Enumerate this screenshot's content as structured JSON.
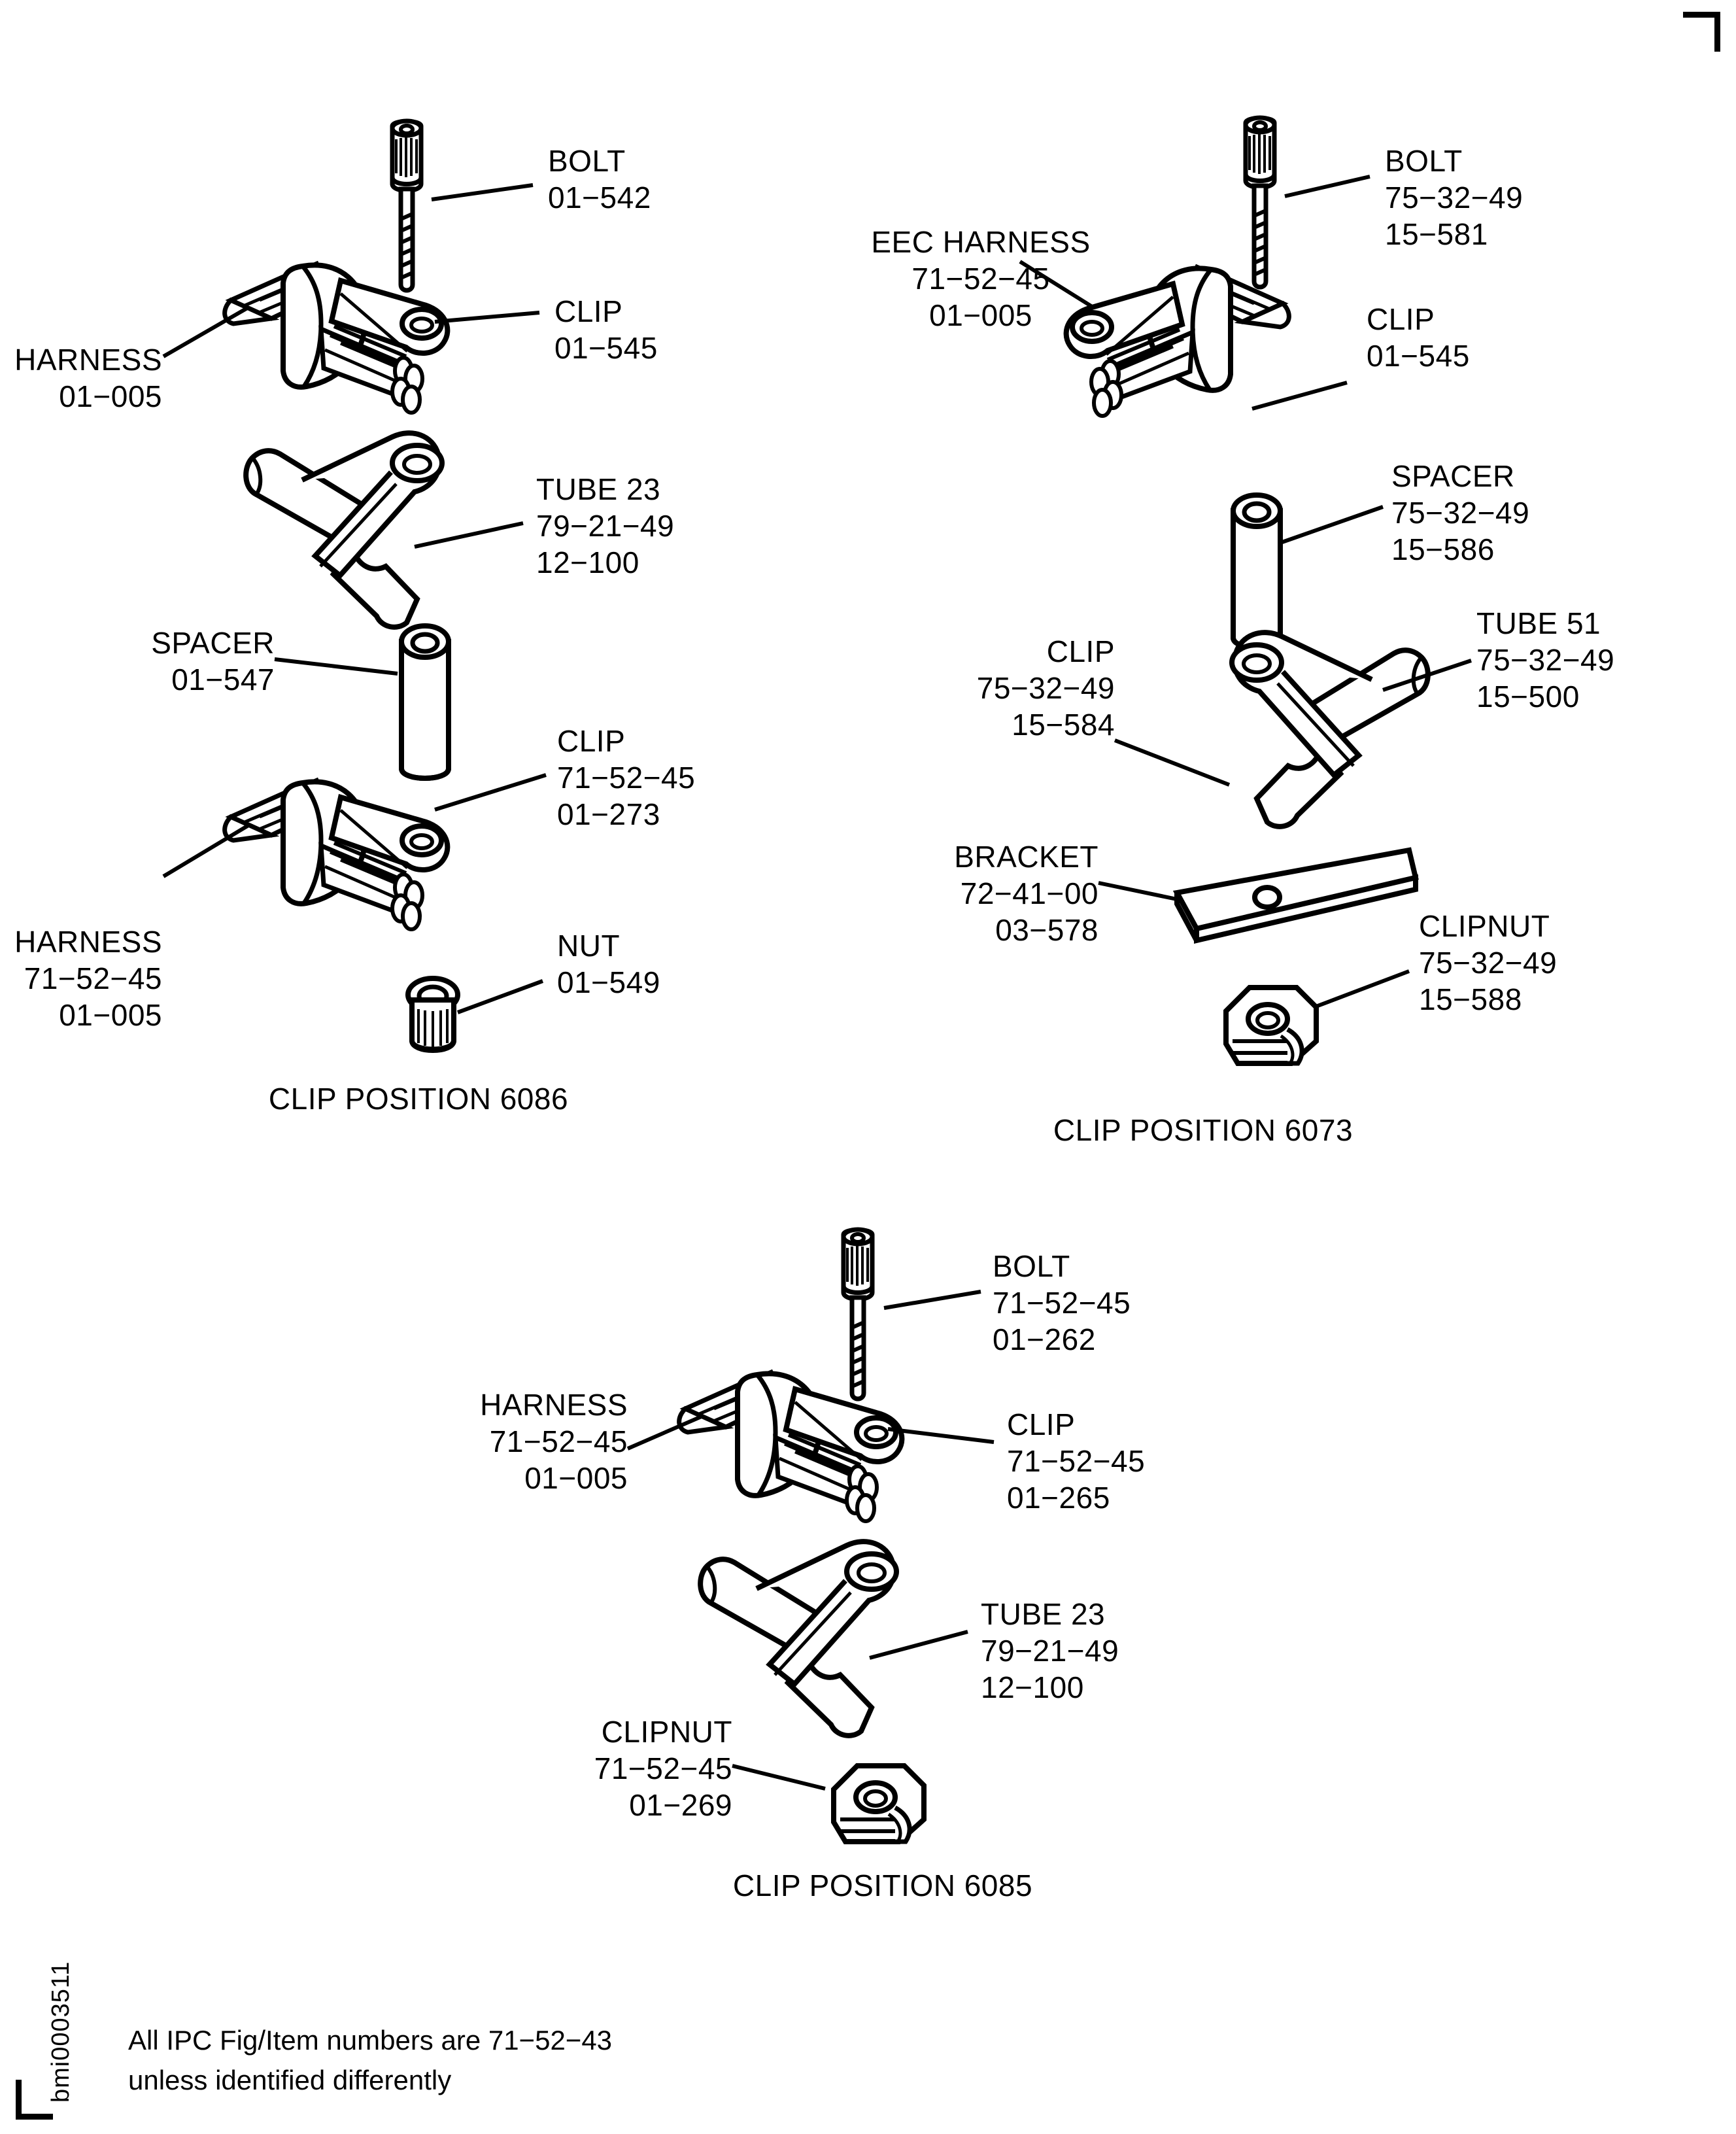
{
  "figure": {
    "sheet_id": "bmi0003511",
    "note_line1": "All IPC Fig/Item numbers are 71−52−43",
    "note_line2": "unless identified differently"
  },
  "groups": [
    {
      "id": "clip-position-6086",
      "caption": "CLIP POSITION 6086",
      "labels": [
        {
          "name": "bolt",
          "lines": [
            "BOLT",
            "01−542"
          ]
        },
        {
          "name": "clip",
          "lines": [
            "CLIP",
            "01−545"
          ]
        },
        {
          "name": "harness",
          "lines": [
            "HARNESS",
            "01−005"
          ]
        },
        {
          "name": "tube-23",
          "lines": [
            "TUBE 23",
            "79−21−49",
            "12−100"
          ]
        },
        {
          "name": "spacer",
          "lines": [
            "SPACER",
            "01−547"
          ]
        },
        {
          "name": "clip-2",
          "lines": [
            "CLIP",
            "71−52−45",
            "01−273"
          ]
        },
        {
          "name": "harness-2",
          "lines": [
            "HARNESS",
            "71−52−45",
            "01−005"
          ]
        },
        {
          "name": "nut",
          "lines": [
            "NUT",
            "01−549"
          ]
        }
      ]
    },
    {
      "id": "clip-position-6073",
      "caption": "CLIP POSITION 6073",
      "labels": [
        {
          "name": "bolt",
          "lines": [
            "BOLT",
            "75−32−49",
            "15−581"
          ]
        },
        {
          "name": "eec-harness",
          "lines": [
            "EEC HARNESS",
            "71−52−45",
            "01−005"
          ]
        },
        {
          "name": "clip",
          "lines": [
            "CLIP",
            "01−545"
          ]
        },
        {
          "name": "spacer",
          "lines": [
            "SPACER",
            "75−32−49",
            "15−586"
          ]
        },
        {
          "name": "clip-2",
          "lines": [
            "CLIP",
            "75−32−49",
            "15−584"
          ]
        },
        {
          "name": "tube-51",
          "lines": [
            "TUBE 51",
            "75−32−49",
            "15−500"
          ]
        },
        {
          "name": "bracket",
          "lines": [
            "BRACKET",
            "72−41−00",
            "03−578"
          ]
        },
        {
          "name": "clipnut",
          "lines": [
            "CLIPNUT",
            "75−32−49",
            "15−588"
          ]
        }
      ]
    },
    {
      "id": "clip-position-6085",
      "caption": "CLIP POSITION 6085",
      "labels": [
        {
          "name": "bolt",
          "lines": [
            "BOLT",
            "71−52−45",
            "01−262"
          ]
        },
        {
          "name": "harness",
          "lines": [
            "HARNESS",
            "71−52−45",
            "01−005"
          ]
        },
        {
          "name": "clip",
          "lines": [
            "CLIP",
            "71−52−45",
            "01−265"
          ]
        },
        {
          "name": "tube-23",
          "lines": [
            "TUBE 23",
            "79−21−49",
            "12−100"
          ]
        },
        {
          "name": "clipnut",
          "lines": [
            "CLIPNUT",
            "71−52−45",
            "01−269"
          ]
        }
      ]
    }
  ],
  "text": {
    "g1_bolt_1": "BOLT",
    "g1_bolt_2": "01−542",
    "g1_clip_1": "CLIP",
    "g1_clip_2": "01−545",
    "g1_harness_1": "HARNESS",
    "g1_harness_2": "01−005",
    "g1_tube_1": "TUBE 23",
    "g1_tube_2": "79−21−49",
    "g1_tube_3": "12−100",
    "g1_spacer_1": "SPACER",
    "g1_spacer_2": "01−547",
    "g1_clip2_1": "CLIP",
    "g1_clip2_2": "71−52−45",
    "g1_clip2_3": "01−273",
    "g1_harness2_1": "HARNESS",
    "g1_harness2_2": "71−52−45",
    "g1_harness2_3": "01−005",
    "g1_nut_1": "NUT",
    "g1_nut_2": "01−549",
    "g1_caption": "CLIP POSITION 6086",
    "g2_bolt_1": "BOLT",
    "g2_bolt_2": "75−32−49",
    "g2_bolt_3": "15−581",
    "g2_eec_1": "EEC HARNESS",
    "g2_eec_2": "71−52−45",
    "g2_eec_3": "01−005",
    "g2_clip_1": "CLIP",
    "g2_clip_2": "01−545",
    "g2_spacer_1": "SPACER",
    "g2_spacer_2": "75−32−49",
    "g2_spacer_3": "15−586",
    "g2_clip2_1": "CLIP",
    "g2_clip2_2": "75−32−49",
    "g2_clip2_3": "15−584",
    "g2_tube_1": "TUBE 51",
    "g2_tube_2": "75−32−49",
    "g2_tube_3": "15−500",
    "g2_bracket_1": "BRACKET",
    "g2_bracket_2": "72−41−00",
    "g2_bracket_3": "03−578",
    "g2_clipnut_1": "CLIPNUT",
    "g2_clipnut_2": "75−32−49",
    "g2_clipnut_3": "15−588",
    "g2_caption": "CLIP POSITION 6073",
    "g3_bolt_1": "BOLT",
    "g3_bolt_2": "71−52−45",
    "g3_bolt_3": "01−262",
    "g3_harness_1": "HARNESS",
    "g3_harness_2": "71−52−45",
    "g3_harness_3": "01−005",
    "g3_clip_1": "CLIP",
    "g3_clip_2": "71−52−45",
    "g3_clip_3": "01−265",
    "g3_tube_1": "TUBE 23",
    "g3_tube_2": "79−21−49",
    "g3_tube_3": "12−100",
    "g3_clipnut_1": "CLIPNUT",
    "g3_clipnut_2": "71−52−45",
    "g3_clipnut_3": "01−269",
    "g3_caption": "CLIP POSITION 6085",
    "note_1": "All IPC Fig/Item numbers are 71−52−43",
    "note_2": "unless identified differently",
    "sheet_id": "bmi0003511"
  }
}
